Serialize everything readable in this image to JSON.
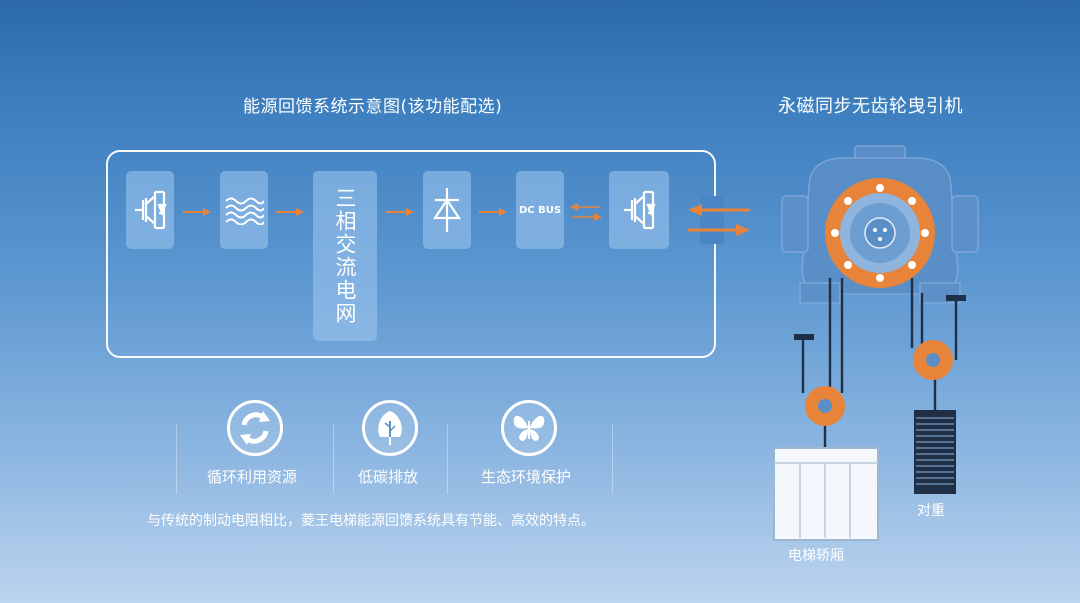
{
  "system_title": "能源回馈系统示意图(该功能配选)",
  "motor_title": "永磁同步无齿轮曳引机",
  "grid_label": "三相交流电网",
  "dc_bus_label": "DC BUS",
  "features": [
    {
      "label": "循环利用资源",
      "icon": "recycle-icon"
    },
    {
      "label": "低碳排放",
      "icon": "tree-icon"
    },
    {
      "label": "生态环境保护",
      "icon": "butterfly-icon"
    }
  ],
  "summary": "与传统的制动电阻相比，菱王电梯能源回馈系统具有节能、高效的特点。",
  "car_label": "电梯轿厢",
  "counterweight_label": "对重",
  "colors": {
    "accent_orange": "#e8833a",
    "block_fill": "#a0c8f0",
    "line": "#1f2f45"
  }
}
